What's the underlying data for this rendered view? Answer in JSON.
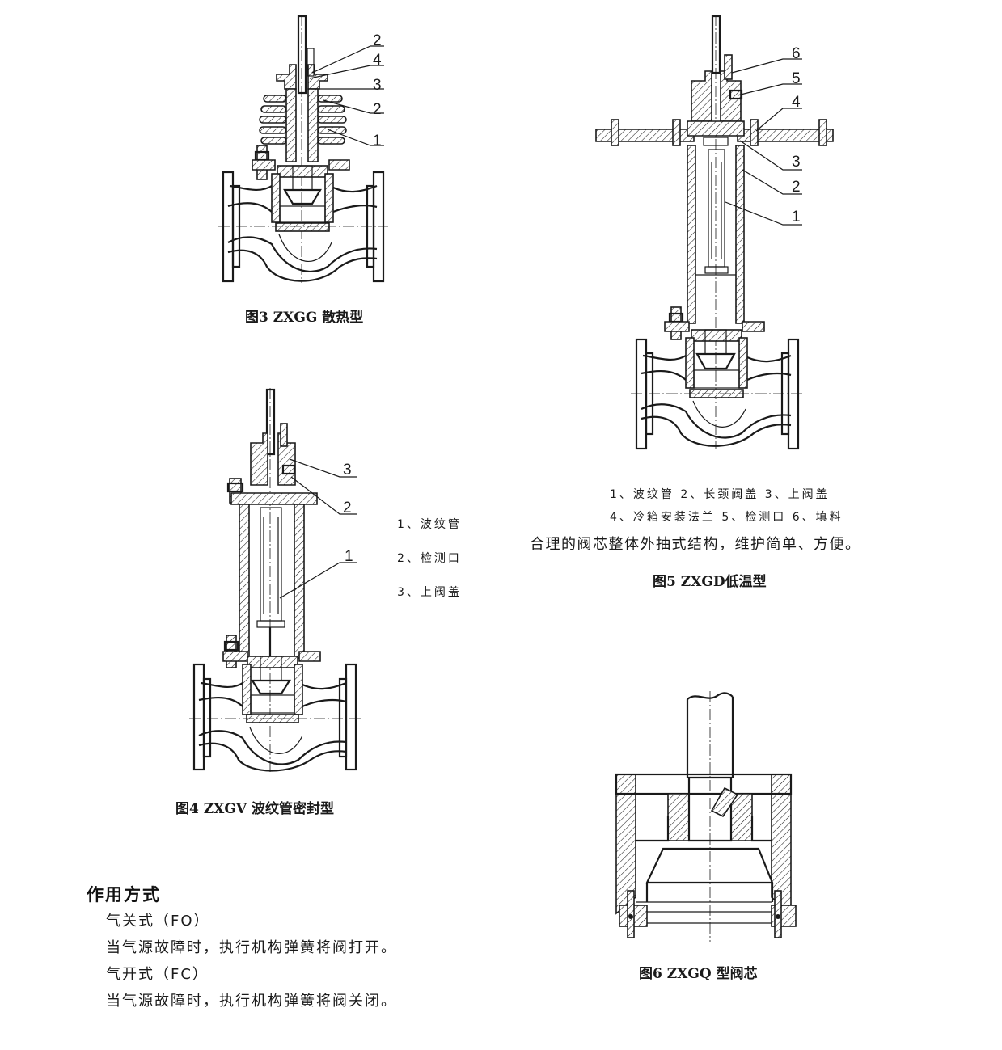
{
  "fig3": {
    "caption": "图3 ZXGG 散热型",
    "callouts": [
      "2",
      "4",
      "3",
      "2",
      "1"
    ]
  },
  "fig4": {
    "caption": "图4 ZXGV 波纹管密封型",
    "callouts": [
      "3",
      "2",
      "1"
    ],
    "legend": [
      "1、波纹管",
      "2、检测口",
      "3、上阀盖"
    ]
  },
  "fig5": {
    "caption": "图5 ZXGD低温型",
    "callouts": [
      "6",
      "5",
      "4",
      "3",
      "2",
      "1"
    ],
    "legend_line1": "1、波纹管  2、长颈阀盖  3、上阀盖",
    "legend_line2": "4、冷箱安装法兰  5、检测口  6、填料",
    "note": "合理的阀芯整体外抽式结构，维护简单、方便。"
  },
  "fig6": {
    "caption": "图6 ZXGQ 型阀芯"
  },
  "action": {
    "title": "作用方式",
    "fo_label": "气关式（FO）",
    "fo_desc": "当气源故障时，执行机构弹簧将阀打开。",
    "fc_label": "气开式（FC）",
    "fc_desc": "当气源故障时，执行机构弹簧将阀关闭。"
  }
}
